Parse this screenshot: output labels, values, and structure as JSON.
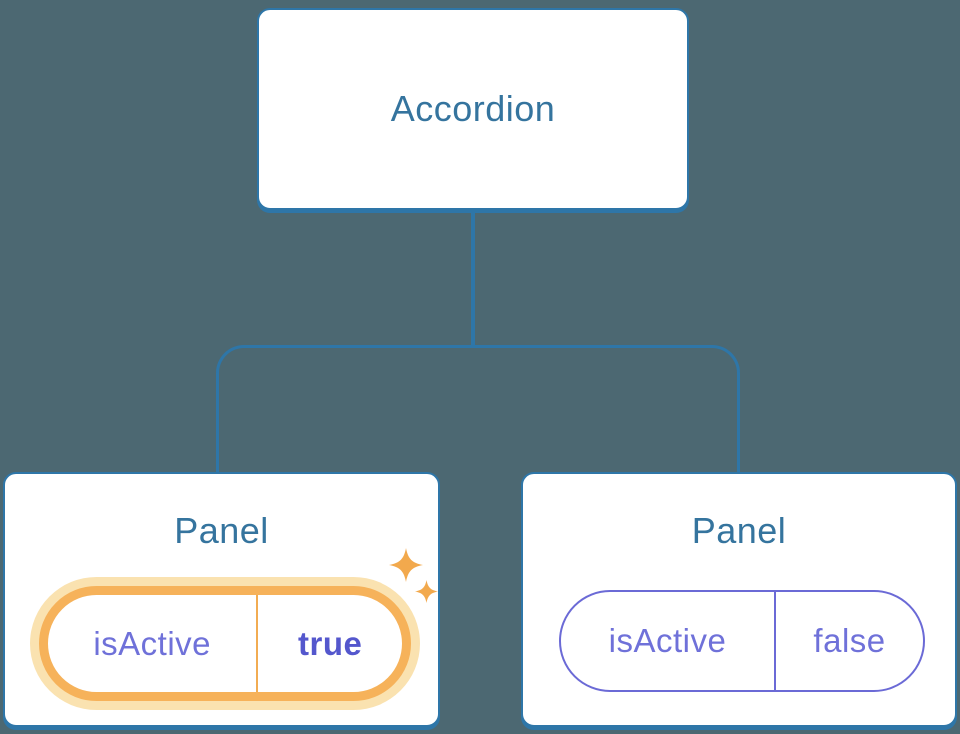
{
  "diagram": {
    "description_label": "component-state-tree",
    "root": {
      "label": "Accordion"
    },
    "children": [
      {
        "label": "Panel",
        "state": {
          "key": "isActive",
          "value": "true"
        },
        "highlighted": true
      },
      {
        "label": "Panel",
        "state": {
          "key": "isActive",
          "value": "false"
        },
        "highlighted": false
      }
    ]
  },
  "colors": {
    "background": "#4C6872",
    "node_border_blue": "#2E76A8",
    "node_text_blue": "#35749E",
    "state_purple": "#6F71D9",
    "state_purple_bold": "#5457CD",
    "highlight_orange": "#F6B25A",
    "highlight_orange_halo": "#FAE2B0",
    "sparkle_orange": "#F2A94D"
  },
  "icons": {
    "sparkle_big": "sparkle-icon",
    "sparkle_small": "sparkle-icon"
  }
}
